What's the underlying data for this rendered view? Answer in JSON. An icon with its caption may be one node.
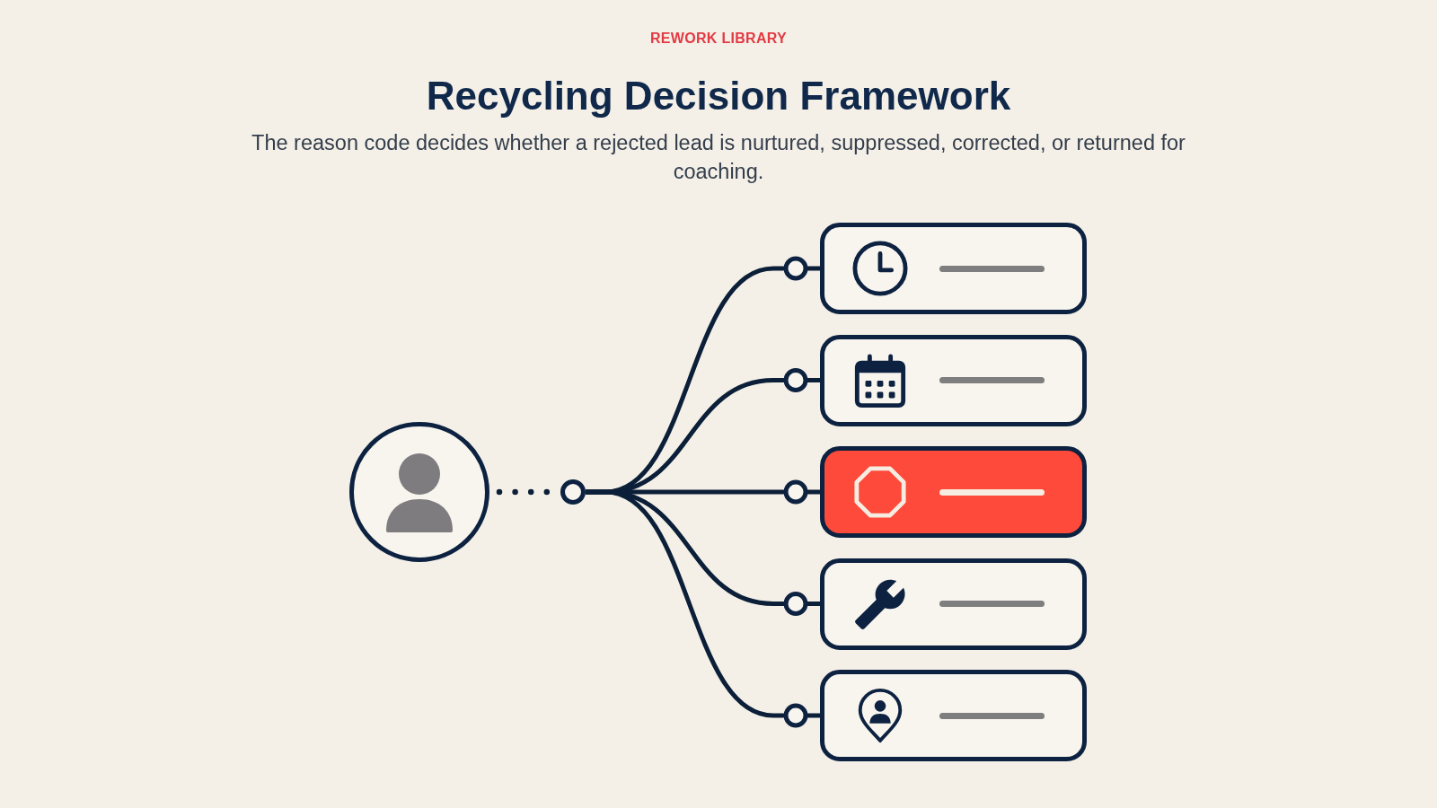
{
  "diagram": {
    "title": "Recycling Decision Framework",
    "caption": "The reason code decides whether a rejected lead is nurtured, suppressed, corrected, or returned for coaching.",
    "nodes": [
      {
        "text": [],
        "shape": "person"
      },
      {
        "text": [],
        "shape": "circle"
      },
      {
        "text": [],
        "shape": "box"
      },
      {
        "text": [],
        "shape": "box"
      },
      {
        "text": [],
        "shape": "box"
      },
      {
        "text": [],
        "shape": "box"
      },
      {
        "text": [],
        "shape": "box"
      }
    ],
    "edges": [
      {
        "from": 0,
        "to": 1,
        "arrow": "none",
        "style": "dashed"
      },
      {
        "from": 1,
        "to": 2,
        "arrow": "other"
      },
      {
        "from": 1,
        "to": 3,
        "arrow": "other"
      },
      {
        "from": 1,
        "to": 4,
        "arrow": "other"
      },
      {
        "from": 1,
        "to": 5,
        "arrow": "other"
      },
      {
        "from": 1,
        "to": 6,
        "arrow": "other"
      }
    ],
    "labels": [
      "REWORK LIBRARY"
    ]
  }
}
